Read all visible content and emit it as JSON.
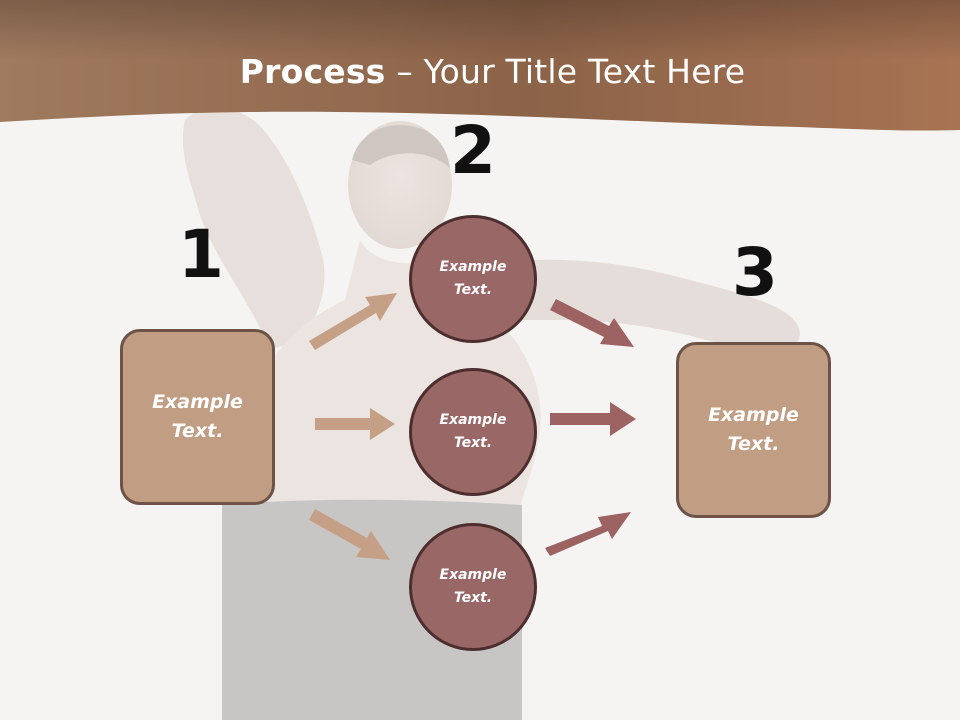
{
  "title": {
    "bold": "Process",
    "rest": " – Your Title Text Here"
  },
  "steps": {
    "one": "1",
    "two": "2",
    "three": "3"
  },
  "left_box": {
    "label": "Example\nText."
  },
  "right_box": {
    "label": "Example\nText."
  },
  "circles": [
    {
      "label": "Example\nText."
    },
    {
      "label": "Example\nText."
    },
    {
      "label": "Example\nText."
    }
  ],
  "colors": {
    "header": "#8f6548",
    "box_fill": "#c09d83",
    "box_border": "#6d5347",
    "circle_fill": "#9a6767",
    "circle_border": "#4d2e2e",
    "arrow_left": "#c5a086",
    "arrow_right": "#9d6262"
  }
}
